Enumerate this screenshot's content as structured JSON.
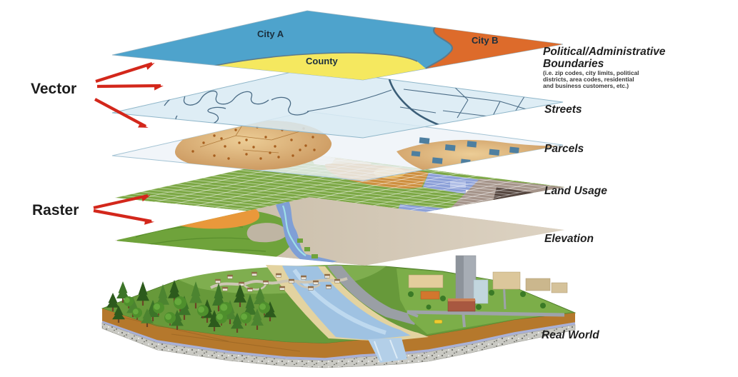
{
  "title": "GIS data layers diagram",
  "left_labels": {
    "vector": "Vector",
    "raster": "Raster"
  },
  "map_labels": {
    "city_a": "City A",
    "county": "County",
    "city_b": "City B"
  },
  "right_labels": {
    "political_line1": "Political/Administrative",
    "political_line2": "Boundaries",
    "political_note1": "(i.e. zip codes, city limits, political",
    "political_note2": "districts, area codes, residential",
    "political_note3": "and business customers, etc.)",
    "streets": "Streets",
    "parcels": "Parcels",
    "land_usage": "Land Usage",
    "elevation": "Elevation",
    "real_world": "Real World"
  },
  "legend": {
    "vector_applies_to": [
      "Political/Administrative Boundaries",
      "Streets",
      "Parcels"
    ],
    "raster_applies_to": [
      "Land Usage",
      "Elevation"
    ]
  },
  "colors": {
    "arrow_red": "#D3271B",
    "city_a_blue": "#4EA3CC",
    "county_yellow": "#F5E85F",
    "city_b_orange": "#DD6B2B",
    "streets_sheet": "#D8EAF3",
    "street_line": "#4A6B85",
    "parcel_tan": "#D9A868",
    "parcel_dot": "#A65E1E",
    "parcel_building_blue": "#4E7FA0",
    "landuse_green": "#7CA845",
    "landuse_orange": "#CE8F3E",
    "landuse_blue": "#8CA0D8",
    "landuse_taupe": "#A5948A",
    "landuse_darkbrown": "#564740",
    "elevation_orange": "#E9983B",
    "elevation_green": "#6FA33B",
    "elevation_river": "#7F9FD6",
    "terrain_green": "#67993A",
    "soil_brown": "#B5782C",
    "water_table_lavender": "#A9B1D8",
    "gravel_gray": "#C9C9C3",
    "river_blue": "#9FC2E2"
  }
}
